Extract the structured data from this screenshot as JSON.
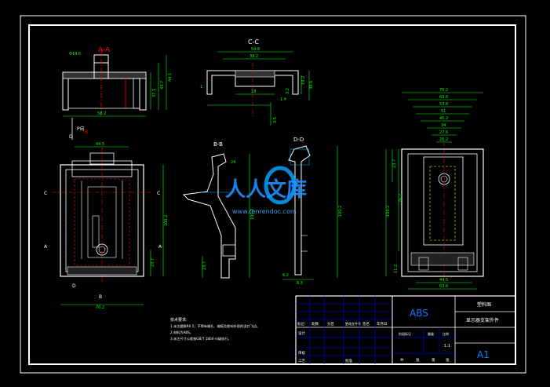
{
  "views": {
    "aa": {
      "title": "A-A",
      "dims": [
        "Φ18.6",
        "58.2",
        "37.1",
        "43.7",
        "44.1"
      ]
    },
    "cc": {
      "title": "C-C",
      "dims": [
        "54.8",
        "39.2",
        "19.2",
        "39.6",
        "18",
        "3.5",
        "3.2",
        "1",
        "1.4"
      ]
    },
    "front": {
      "dims": [
        "44.5",
        "70.2",
        "100.2",
        "23.7"
      ],
      "labels": [
        "P向",
        "D",
        "C",
        "C",
        "A",
        "A",
        "D",
        "B",
        "B"
      ]
    },
    "bb": {
      "title": "B-B",
      "dims": [
        "24",
        "100.2",
        "23.7"
      ]
    },
    "dd": {
      "title": "D-D",
      "dims": [
        "100.2",
        "6.2",
        "8.3"
      ]
    },
    "right": {
      "dims": [
        "76.2",
        "63.6",
        "53.6",
        "51",
        "46.2",
        "34",
        "27.6",
        "20.2",
        "23.7",
        "76.2",
        "100.2",
        "11.2",
        "44.5",
        "63.6"
      ]
    }
  },
  "watermark": {
    "text": "人人文库",
    "url": "www.renrendoc.com"
  },
  "notes": {
    "title": "技术要求:",
    "lines": [
      "1.未注圆角R0.5；不得有缩孔、缩痕及影响外观的浇口飞边。",
      "2.材料为ABS。",
      "3.未注尺寸公差按GB/T 1804-m级执行。"
    ]
  },
  "title_block": {
    "material": "ABS",
    "drawing_type": "塑料图",
    "part_name": "显示器支架外件",
    "sheet_size": "A1",
    "header_cells": [
      "标记",
      "处数",
      "分区",
      "更改文件号",
      "签名",
      "年月日"
    ],
    "row_labels": [
      "设计",
      "审核",
      "工艺"
    ],
    "right_header": [
      "阶段标记",
      "重量",
      "比例"
    ],
    "scale": "1:1",
    "bottom_cells": [
      "共",
      "张",
      "第",
      "张"
    ],
    "approve": "批准"
  },
  "colors": {
    "bg": "#000000",
    "line": "#ffffff",
    "dim": "#00ff00",
    "center": "#ff0000",
    "table": "#0000ff",
    "hidden": "#ffff00",
    "cyan": "#00c0ff"
  }
}
